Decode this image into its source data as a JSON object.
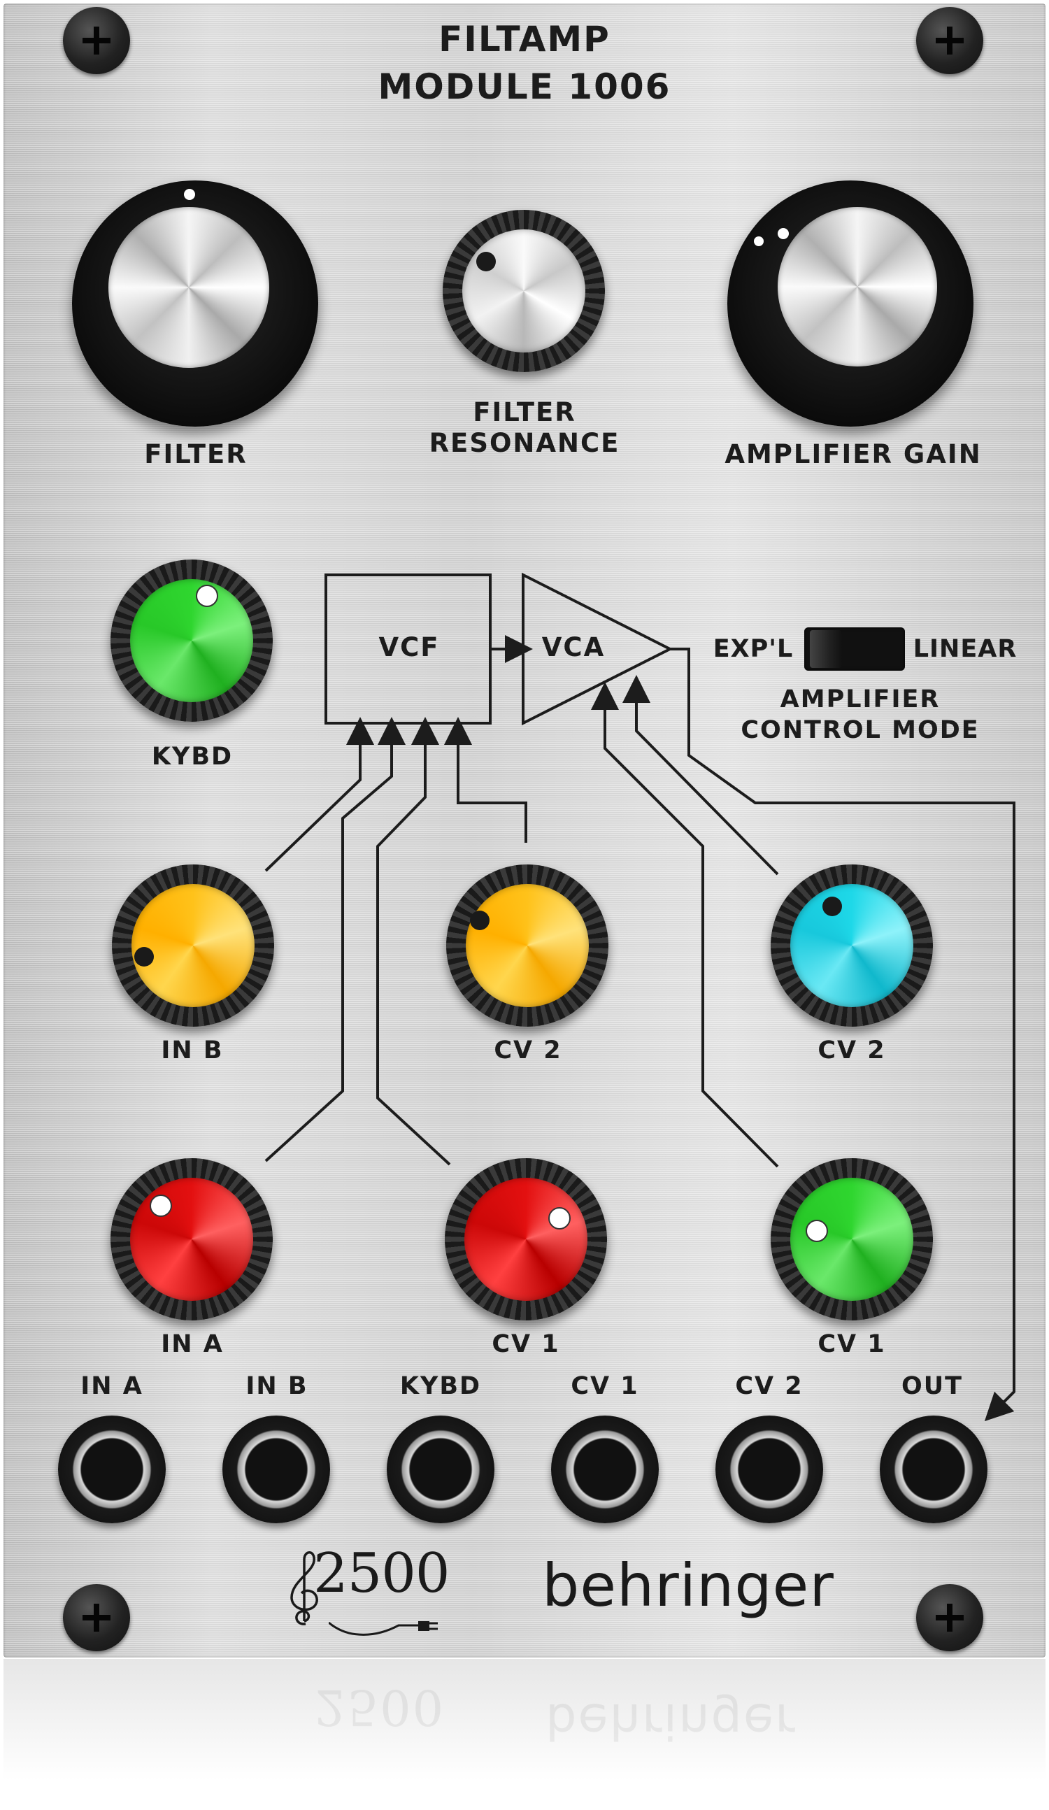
{
  "module": {
    "title_line1": "FILTAMP",
    "title_line2": "MODULE 1006"
  },
  "big_controls": [
    {
      "id": "filter",
      "label": "FILTER"
    },
    {
      "id": "filter-resonance",
      "label_line1": "FILTER",
      "label_line2": "RESONANCE"
    },
    {
      "id": "amplifier-gain",
      "label": "AMPLIFIER GAIN"
    }
  ],
  "diagram": {
    "vcf": "VCF",
    "vca": "VCA"
  },
  "switch": {
    "left_label": "EXP'L",
    "right_label": "LINEAR",
    "title_line1": "AMPLIFIER",
    "title_line2": "CONTROL MODE",
    "position": "EXP'L"
  },
  "attenuators": [
    {
      "id": "kybd",
      "label": "KYBD",
      "color": "#2fd62f"
    },
    {
      "id": "in-b",
      "label": "IN B",
      "color": "#ffc21a"
    },
    {
      "id": "cv2-filter",
      "label": "CV 2",
      "color": "#ffc21a"
    },
    {
      "id": "cv2-amp",
      "label": "CV 2",
      "color": "#1ed8e8"
    },
    {
      "id": "in-a",
      "label": "IN A",
      "color": "#e31010"
    },
    {
      "id": "cv1-filter",
      "label": "CV 1",
      "color": "#e31010"
    },
    {
      "id": "cv1-amp",
      "label": "CV 1",
      "color": "#2fd62f"
    }
  ],
  "jacks": [
    {
      "id": "in-a",
      "label": "IN A"
    },
    {
      "id": "in-b",
      "label": "IN B"
    },
    {
      "id": "kybd",
      "label": "KYBD"
    },
    {
      "id": "cv1",
      "label": "CV 1"
    },
    {
      "id": "cv2",
      "label": "CV 2"
    },
    {
      "id": "out",
      "label": "OUT"
    }
  ],
  "branding": {
    "series": "2500",
    "maker": "behringer"
  }
}
